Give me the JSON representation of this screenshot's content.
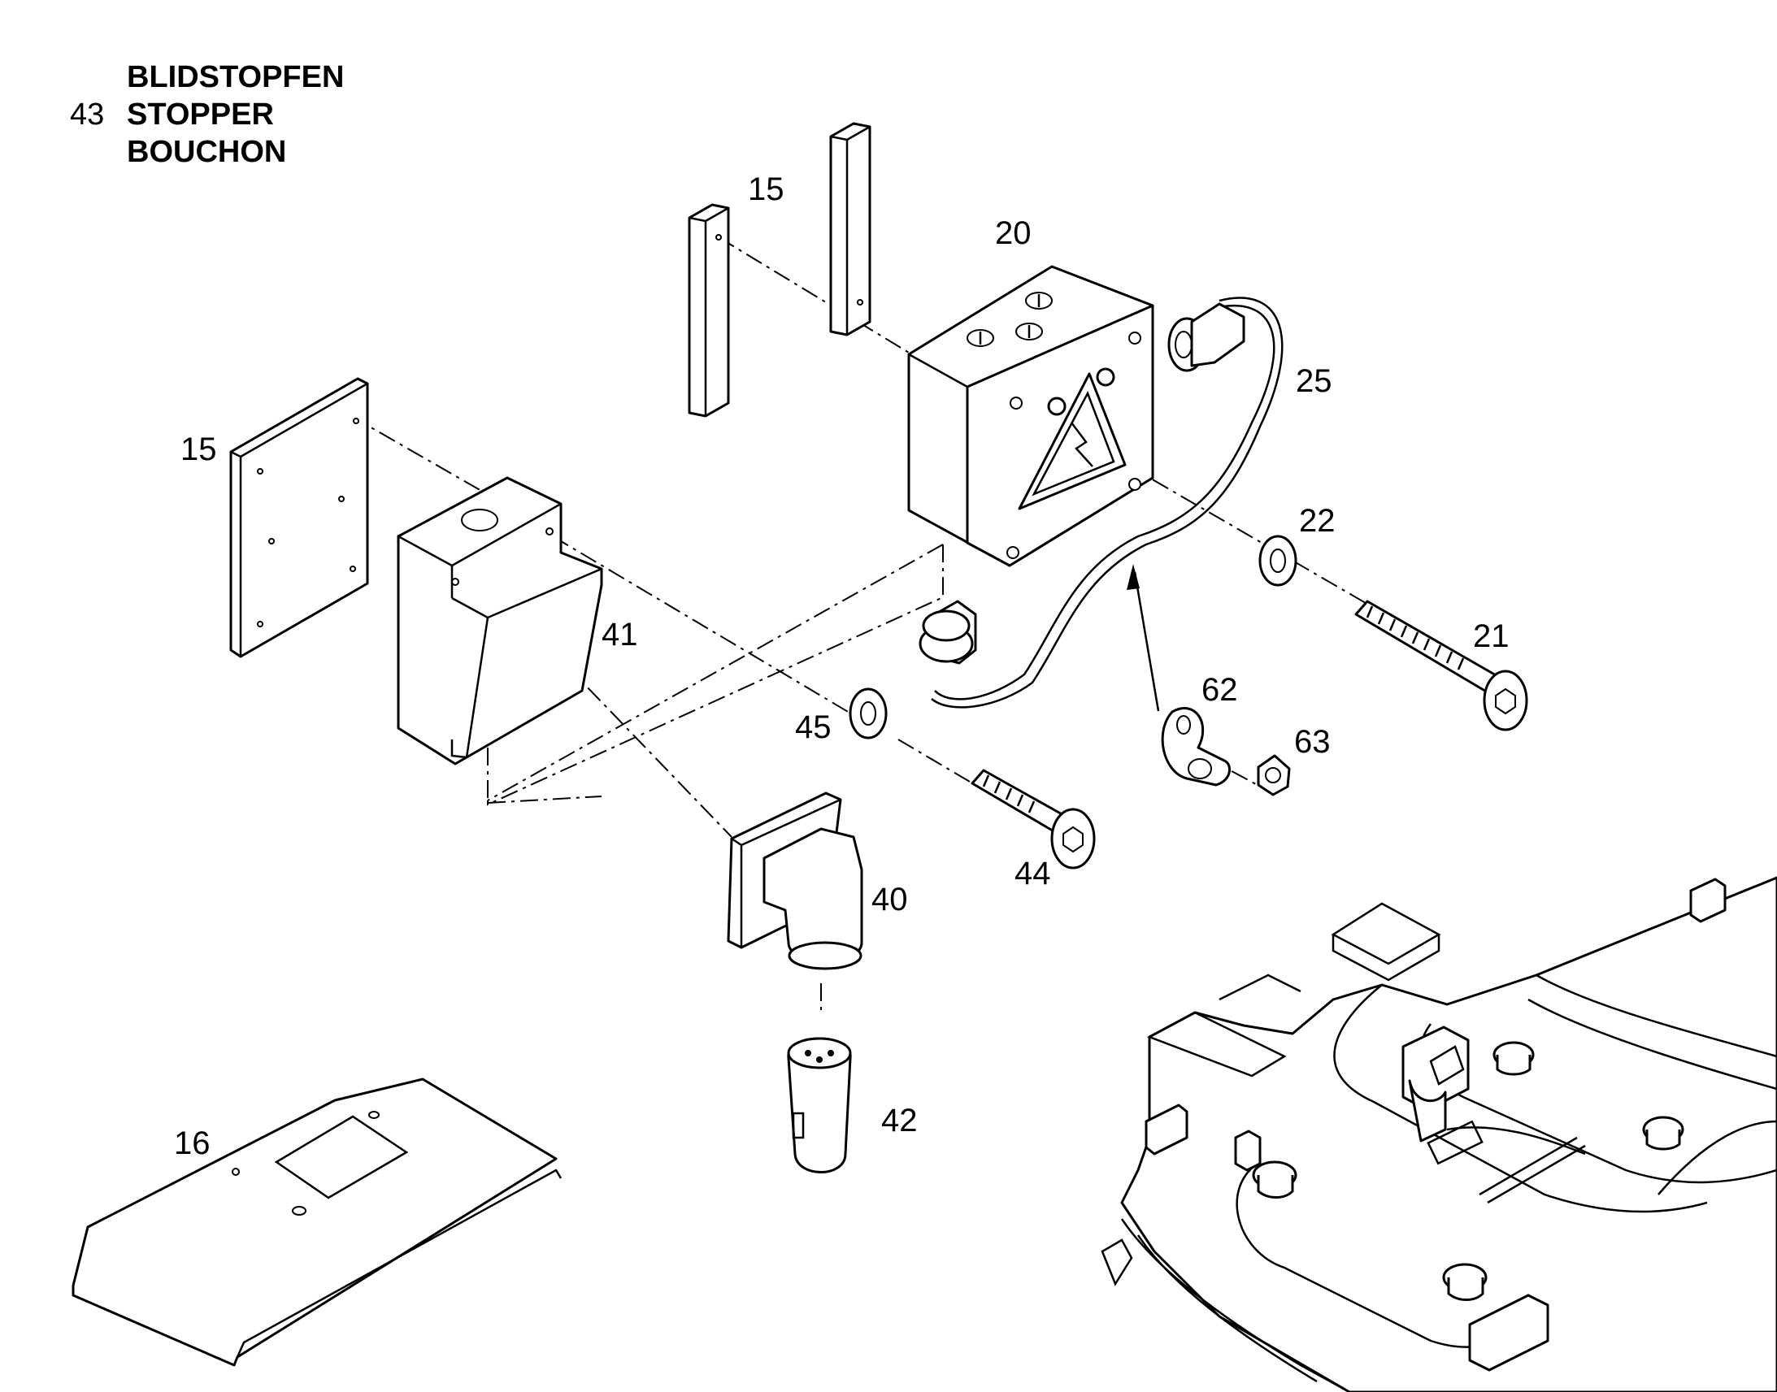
{
  "legend": {
    "number": "43",
    "names": [
      "BLIDSTOPFEN",
      "STOPPER",
      "BOUCHON"
    ]
  },
  "callouts": {
    "c15_top": "15",
    "c20": "20",
    "c25": "25",
    "c15_left": "15",
    "c22": "22",
    "c41": "41",
    "c21": "21",
    "c62": "62",
    "c45": "45",
    "c63": "63",
    "c44": "44",
    "c40": "40",
    "c16": "16",
    "c42": "42"
  }
}
